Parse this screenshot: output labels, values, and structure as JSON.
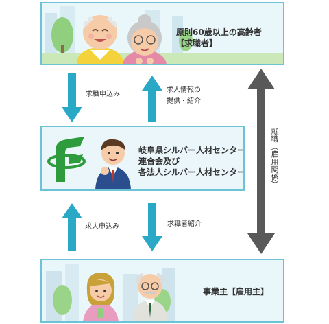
{
  "colors": {
    "box_border": "#6cc3d5",
    "box_fill": "#eaf6fa",
    "flow_arrow": "#29a9c6",
    "employment_arrow": "#595959",
    "logo_green": "#2e9b3c"
  },
  "top_box": {
    "line1": "原則60歳以上の高齢者",
    "line2": "【求職者】"
  },
  "middle_box": {
    "line1": "岐阜県シルバー人材センター",
    "line2": "連合会及び",
    "line3": "各法人シルバー人材センター"
  },
  "bottom_box": {
    "line1": "事業主【雇用主】"
  },
  "arrows": {
    "job_application": "求職申込み",
    "job_info_line1": "求人情報の",
    "job_info_line2": "提供・紹介",
    "job_offer_application": "求人申込み",
    "job_seeker_referral": "求職者紹介",
    "employment": "就職（雇用関係）"
  },
  "icons": [
    "elderly-man-icon",
    "elderly-woman-icon",
    "silver-center-logo",
    "staff-man-icon",
    "businesswoman-icon",
    "business-elder-icon",
    "up-arrow-icon",
    "down-arrow-icon",
    "double-arrow-icon"
  ]
}
